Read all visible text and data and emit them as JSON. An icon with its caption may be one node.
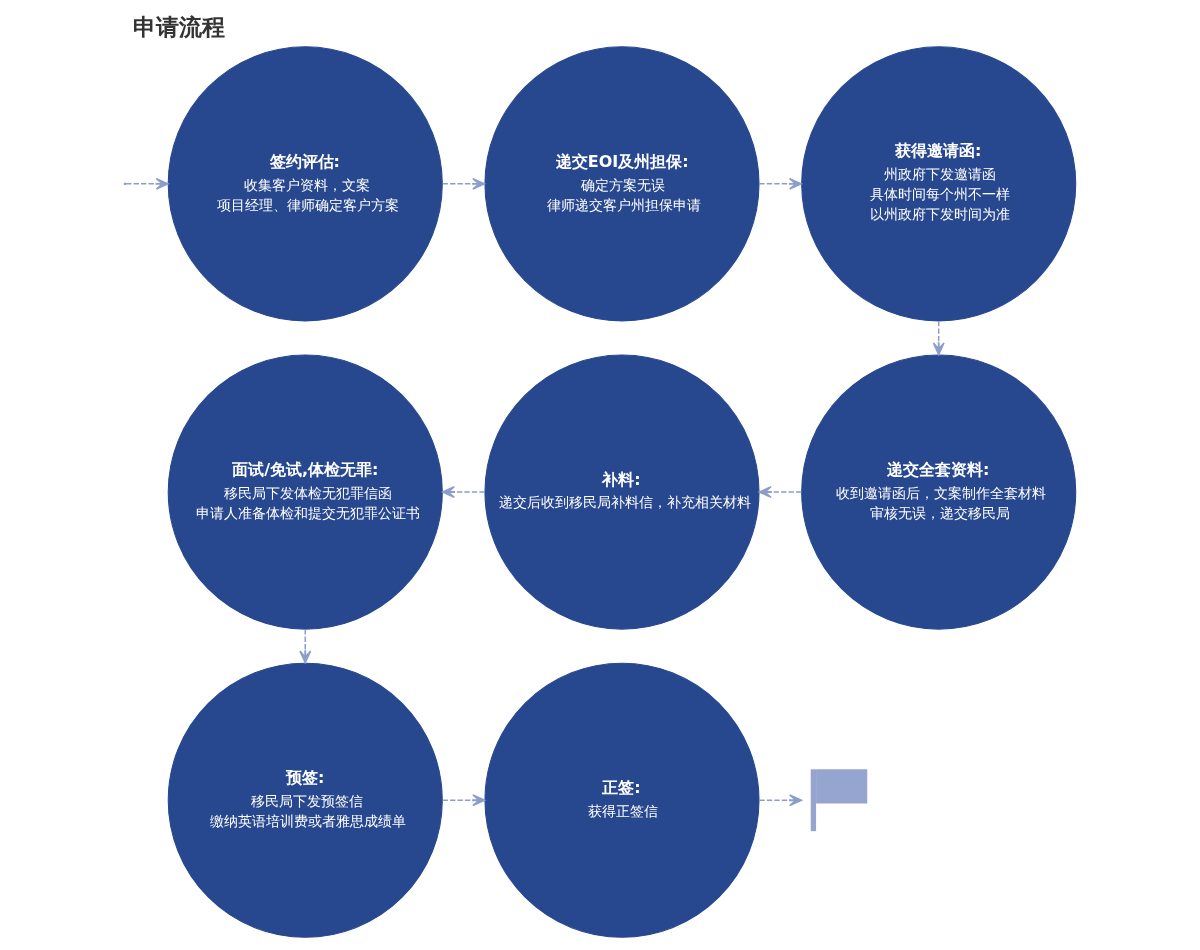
{
  "diagram": {
    "title": "申请流程",
    "nodes": [
      {
        "text": [
          "签约评估:",
          "收集客户资料，文案",
          "项目经理、律师确定客户方案"
        ]
      },
      {
        "text": [
          "递交EOI及州担保:",
          "确定方案无误",
          "律师递交客户州担保申请"
        ]
      },
      {
        "text": [
          "获得邀请函:",
          "州政府下发邀请函",
          "具体时间每个州不一样",
          "以州政府下发时间为准"
        ]
      },
      {
        "text": [
          "递交全套资料:",
          "收到邀请函后，文案制作全套材料",
          "审核无误，递交移民局"
        ]
      },
      {
        "text": [
          "补料:",
          "递交后收到移民局补料信，补充相关材料"
        ]
      },
      {
        "text": [
          "面试/免试,体检无罪:",
          "移民局下发体检无犯罪信函",
          "申请人准备体检和提交无犯罪公证书"
        ]
      },
      {
        "text": [
          "预签:",
          "移民局下发预签信",
          "缴纳英语培训费或者雅思成绩单"
        ]
      },
      {
        "text": [
          "正签:",
          "获得正签信"
        ]
      },
      {
        "text": [],
        "shape": "flag"
      }
    ],
    "edges": [
      {
        "from": null,
        "to": 0,
        "arrow": "to",
        "style": "dashed"
      },
      {
        "from": 0,
        "to": 1,
        "arrow": "to",
        "style": "dashed"
      },
      {
        "from": 1,
        "to": 2,
        "arrow": "to",
        "style": "dashed"
      },
      {
        "from": 2,
        "to": 3,
        "arrow": "to",
        "style": "dashed"
      },
      {
        "from": 3,
        "to": 4,
        "arrow": "to",
        "style": "dashed"
      },
      {
        "from": 4,
        "to": 5,
        "arrow": "to",
        "style": "dashed"
      },
      {
        "from": 5,
        "to": 6,
        "arrow": "to",
        "style": "dashed"
      },
      {
        "from": 6,
        "to": 7,
        "arrow": "to",
        "style": "dashed"
      },
      {
        "from": 7,
        "to": 8,
        "arrow": "to",
        "style": "dashed"
      }
    ]
  }
}
